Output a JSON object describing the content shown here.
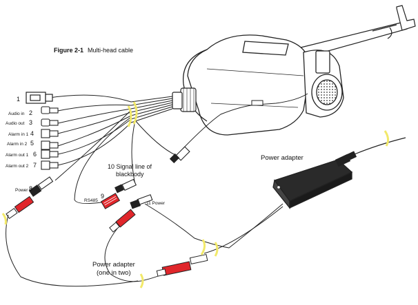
{
  "figure": {
    "number": "Figure 2-1",
    "caption": "Multi-head cable"
  },
  "connectors": [
    {
      "num": "1",
      "label": ""
    },
    {
      "num": "2",
      "label": "Audio in"
    },
    {
      "num": "3",
      "label": "Audio out"
    },
    {
      "num": "4",
      "label": "Alarm in 1"
    },
    {
      "num": "5",
      "label": "Alarm in 2"
    },
    {
      "num": "6",
      "label": "Alarm out 1"
    },
    {
      "num": "7",
      "label": "Alarm out 2"
    },
    {
      "num": "8",
      "label": "Power"
    },
    {
      "num": "9",
      "label": "RS485"
    },
    {
      "num": "10",
      "label": "Signal line of blackbody"
    },
    {
      "num": "11",
      "label": "Power"
    }
  ],
  "labels": {
    "signal_line_l1": "10 Signal line of",
    "signal_line_l2": "blackbody",
    "power_11": "11 Power",
    "power_adapter": "Power adapter",
    "split_l1": "Power adapter",
    "split_l2": "(one in two)"
  },
  "colors": {
    "ink": "#111111",
    "band": "#f2e96a",
    "red": "#e0262b",
    "cable": "#222222"
  }
}
